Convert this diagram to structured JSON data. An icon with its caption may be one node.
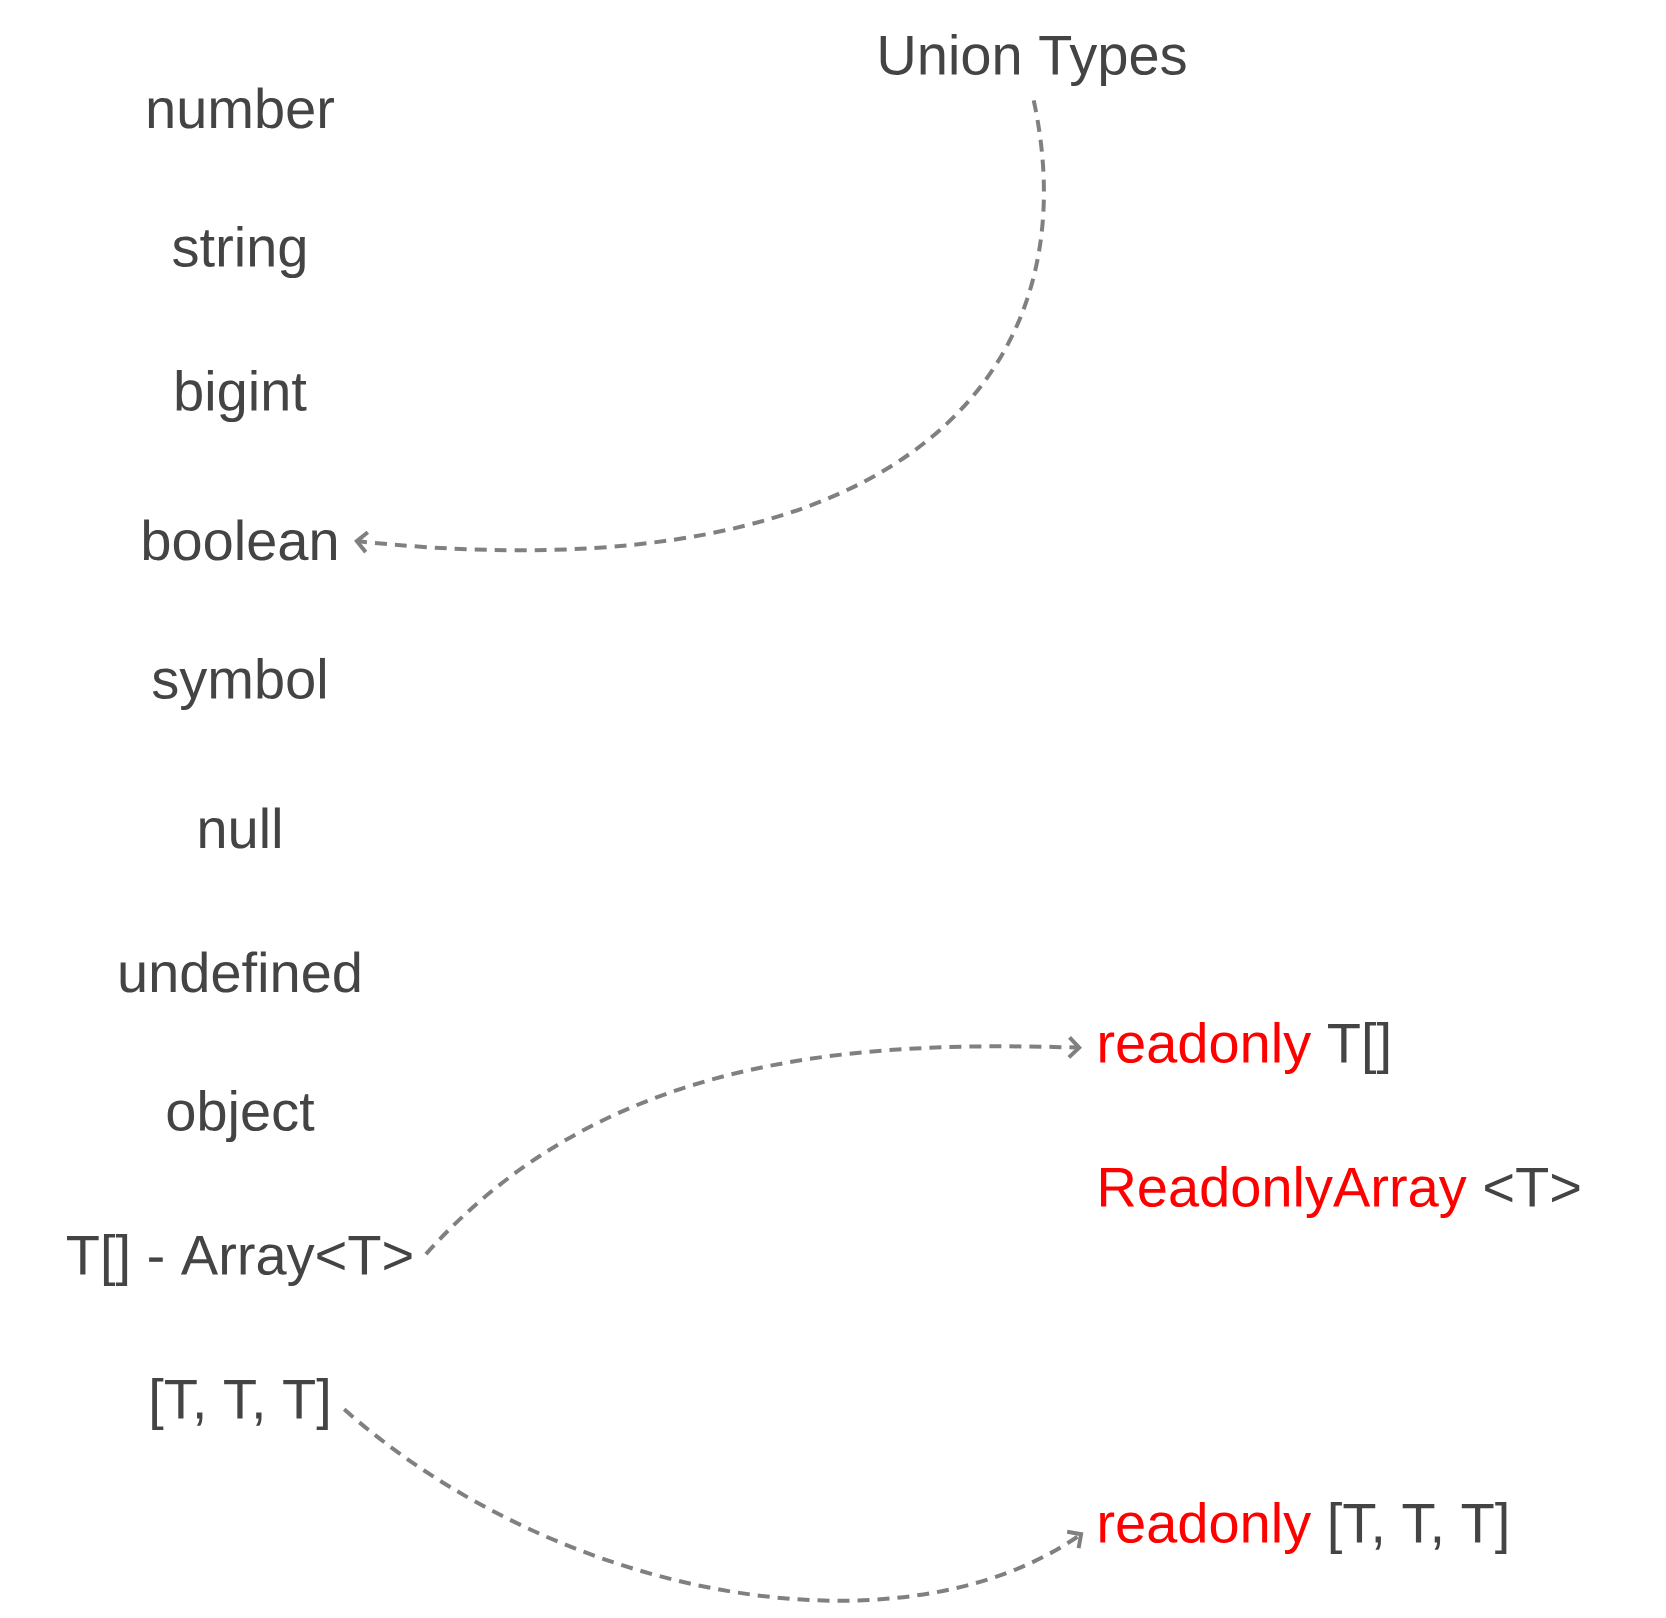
{
  "diagram": {
    "nodes": [
      {
        "text": [
          "Union Types"
        ]
      },
      {
        "text": [
          "number"
        ]
      },
      {
        "text": [
          "string"
        ]
      },
      {
        "text": [
          "bigint"
        ]
      },
      {
        "text": [
          "boolean"
        ]
      },
      {
        "text": [
          "symbol"
        ]
      },
      {
        "text": [
          "null"
        ]
      },
      {
        "text": [
          "undefined"
        ]
      },
      {
        "text": [
          "object"
        ]
      },
      {
        "text": [
          "T[] - Array<T>"
        ]
      },
      {
        "text": [
          "[T, T, T]"
        ]
      },
      {
        "text": [
          "readonly",
          "T[]"
        ]
      },
      {
        "text": [
          "ReadonlyArray",
          "<T>"
        ]
      },
      {
        "text": [
          "readonly",
          "[T, T, T]"
        ]
      }
    ],
    "edges": [
      {
        "from": 0,
        "to": 4,
        "arrow": "to"
      },
      {
        "from": 9,
        "to": 11,
        "arrow": "to"
      },
      {
        "from": 10,
        "to": 13,
        "arrow": "to"
      }
    ]
  }
}
